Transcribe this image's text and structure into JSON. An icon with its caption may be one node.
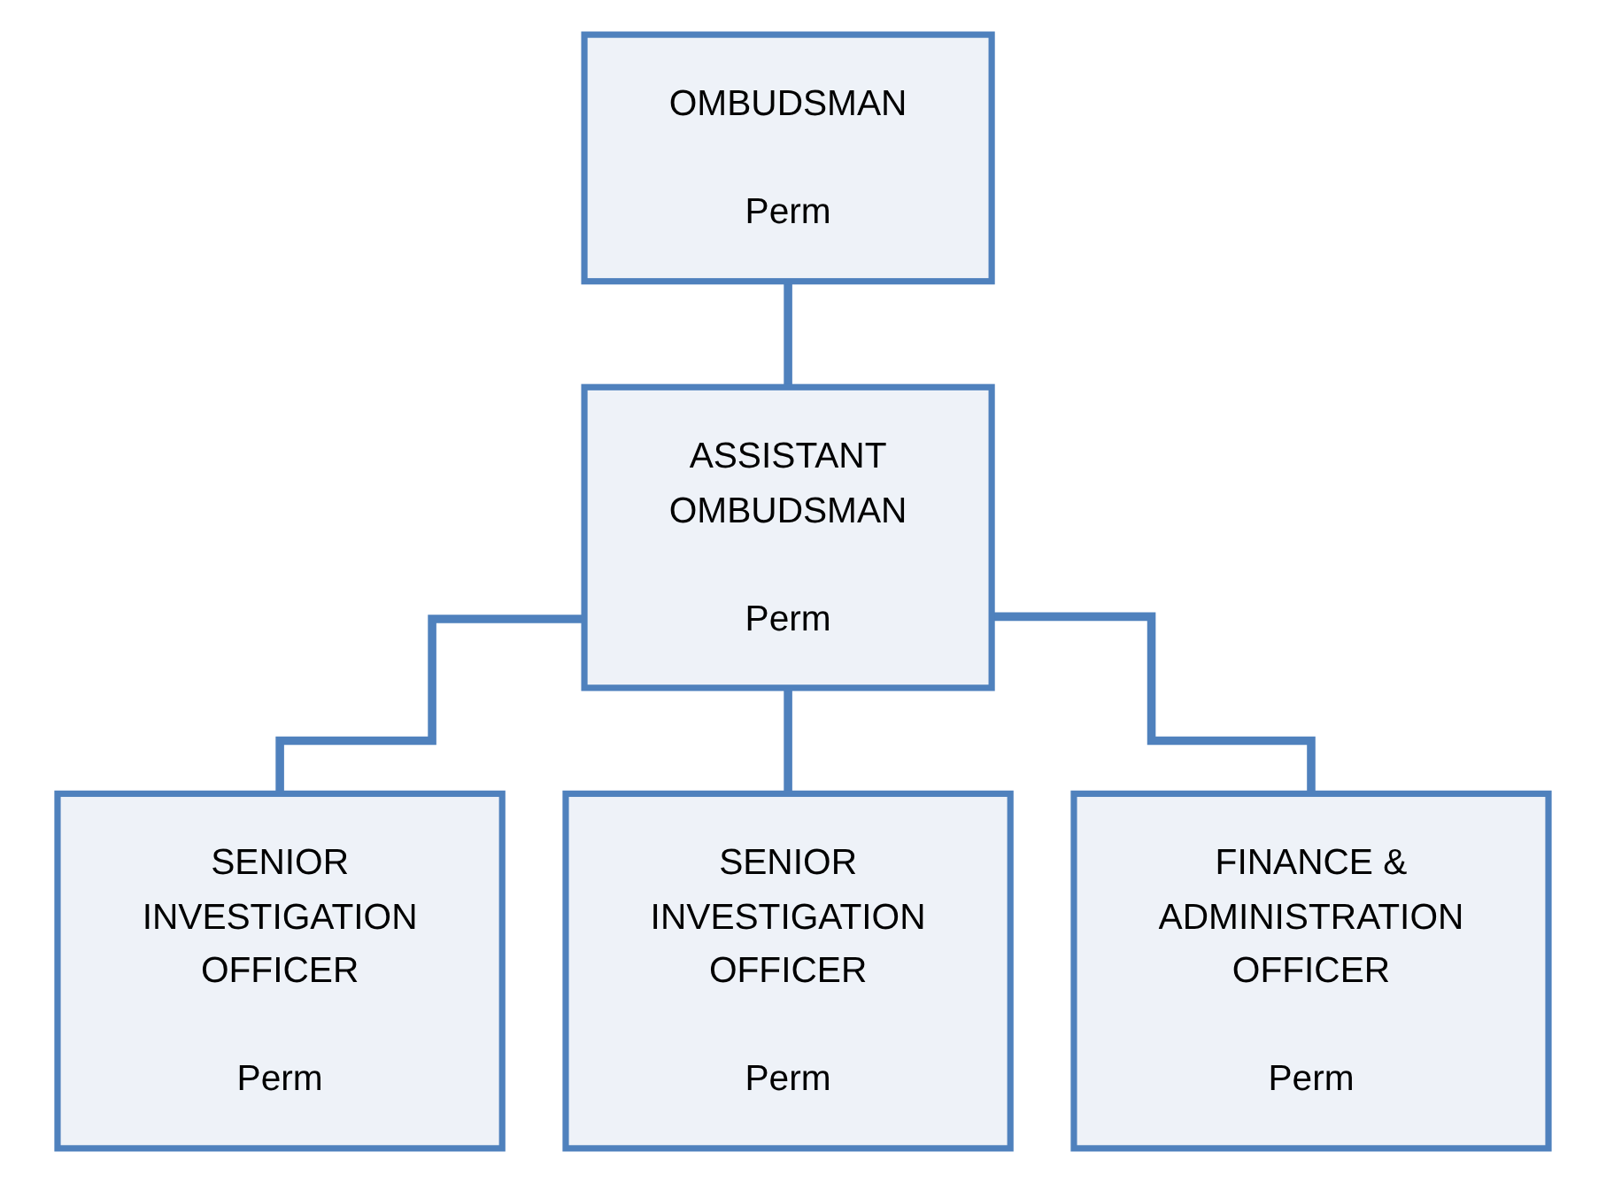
{
  "diagram": {
    "nodes": [
      {
        "text": [
          "OMBUDSMAN",
          "Perm"
        ]
      },
      {
        "text": [
          "ASSISTANT OMBUDSMAN",
          "Perm"
        ]
      },
      {
        "text": [
          "SENIOR INVESTIGATION OFFICER",
          "Perm"
        ]
      },
      {
        "text": [
          "SENIOR INVESTIGATION OFFICER",
          "Perm"
        ]
      },
      {
        "text": [
          "FINANCE & ADMINISTRATION OFFICER",
          "Perm"
        ]
      }
    ],
    "edges": [
      {
        "from": 0,
        "to": 1,
        "arrow": "none"
      },
      {
        "from": 1,
        "to": 2,
        "arrow": "none"
      },
      {
        "from": 1,
        "to": 3,
        "arrow": "none"
      },
      {
        "from": 1,
        "to": 4,
        "arrow": "none"
      }
    ]
  }
}
